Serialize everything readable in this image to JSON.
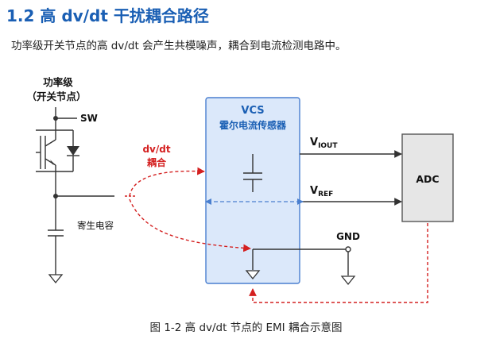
{
  "section": {
    "number": "1.2",
    "title": "高 dv/dt 干扰耦合路径"
  },
  "intro_text": "功率级开关节点的高 dv/dt 会产生共模噪声，耦合到电流检测电路中。",
  "diagram": {
    "power_stage_label": "功率级",
    "power_stage_sub": "（开关节点）",
    "sw_label": "SW",
    "parasitic_label": "寄生电容",
    "coupling_label_1": "dv/dt",
    "coupling_label_2": "耦合",
    "vcs_title": "VCS",
    "vcs_subtitle": "霍尔电流传感器",
    "viout_main": "V",
    "viout_sub": "IOUT",
    "vref_main": "V",
    "vref_sub": "REF",
    "gnd_label": "GND",
    "adc_label": "ADC",
    "colors": {
      "accent": "#1a5fb4",
      "box_fill": "#dbe8fa",
      "coupling": "#d42020",
      "wire": "#333333",
      "adc_fill": "#e6e6e6"
    }
  },
  "figure_caption": "图 1-2 高 dv/dt 节点的 EMI 耦合示意图"
}
